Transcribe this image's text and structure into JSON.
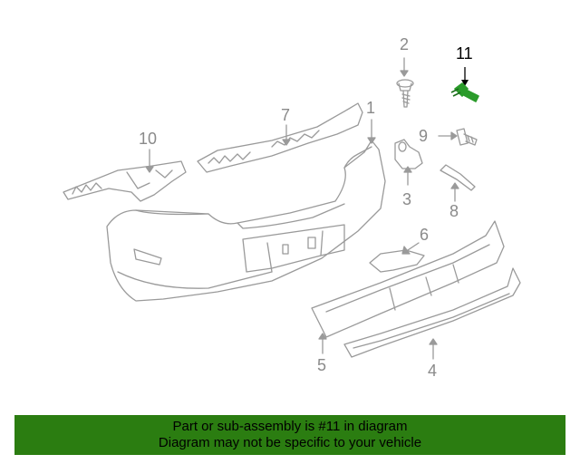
{
  "diagram": {
    "callouts": [
      "1",
      "2",
      "3",
      "4",
      "5",
      "6",
      "7",
      "8",
      "9",
      "10",
      "11"
    ],
    "highlighted_part": "11",
    "colors": {
      "line": "#9a9a9a",
      "highlight_part": "#2b9b2b",
      "highlight_label": "#000000"
    }
  },
  "banner": {
    "line1": "Part or sub-assembly is #11 in diagram",
    "line2": "Diagram may not be specific to your vehicle",
    "background": "#2b7d11"
  }
}
